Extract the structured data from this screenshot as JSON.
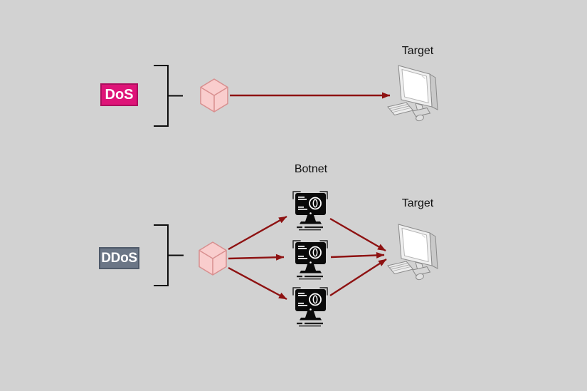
{
  "colors": {
    "background": "#d2d2d2",
    "arrow": "#8e1212",
    "bracket": "#0d0d0d",
    "text": "#111111",
    "label_text": "#ffffff",
    "dos_label_bg": "#de1478",
    "dos_label_border": "#ad0e5e",
    "ddos_label_bg": "#6b7686",
    "ddos_label_border": "#4f5a6a",
    "cube_fill": "#f9cdcd",
    "cube_stroke": "#d88f8f"
  },
  "dos_section": {
    "label": "DoS",
    "target_label": "Target",
    "attacker_icon": "cube-icon",
    "target_icon": "desktop-computer-icon",
    "arrow_count": 1
  },
  "ddos_section": {
    "label": "DDoS",
    "botnet_label": "Botnet",
    "target_label": "Target",
    "attacker_icon": "cube-icon",
    "bot_icon": "infected-computer-icon",
    "target_icon": "desktop-computer-icon",
    "bot_count": 3
  }
}
